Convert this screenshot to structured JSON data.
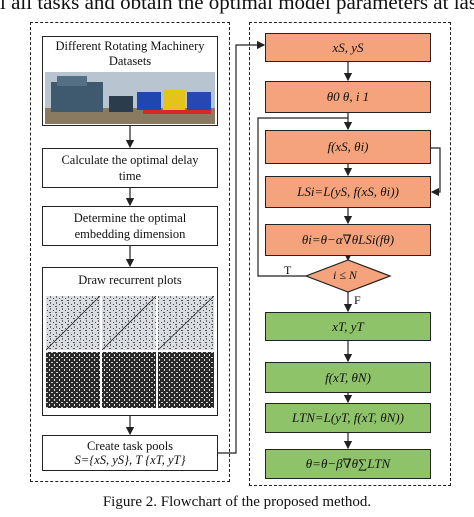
{
  "header_fragment": "l all tasks and obtain the optimal model parameters at last",
  "left_flow": {
    "datasets_title": "Different Rotating Machinery Datasets",
    "step_delay": "Calculate the optimal delay time",
    "step_embed": "Determine the optimal embedding dimension",
    "step_plots": "Draw recurrent plots",
    "task_pools_title": "Create task pools",
    "task_pools_formula": "S={xS, yS}, T {xT, yT}"
  },
  "right_flow": {
    "box1": "xS, yS",
    "box2": "θ0 θ, i 1",
    "box3": "f(xS, θi)",
    "box4": "LSi=L(yS, f(xS, θi))",
    "box5": "θi=θ−α∇θLSi(fθ)",
    "decision": "i ≤ N",
    "true_label": "T",
    "false_label": "F",
    "box6": "xT, yT",
    "box7": "f(xT, θN)",
    "box8": "LTN=L(yT, f(xT, θN))",
    "box9": "θ=θ−β∇θ∑LTN"
  },
  "caption": "Figure 2.    Flowchart of the proposed method.",
  "colors": {
    "orange": "#f4a37c",
    "green": "#8ec36a"
  }
}
